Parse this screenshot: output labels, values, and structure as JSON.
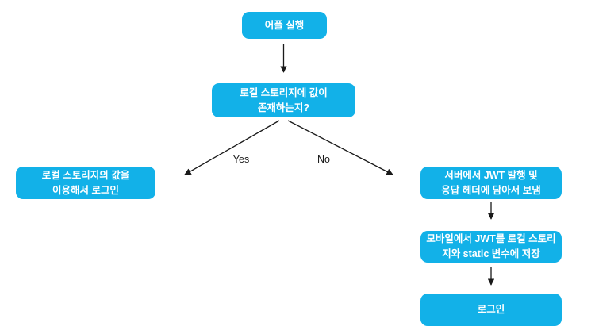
{
  "canvas": {
    "background_color": "#ffffff"
  },
  "flowchart": {
    "node_fill_color": "#12b1e8",
    "node_text_color": "#ffffff",
    "arrow_color": "#1a1a1a",
    "nodes": [
      {
        "id": "start",
        "label": "어플 실행"
      },
      {
        "id": "check",
        "label": "로컬 스토리지에 값이\n존재하는지?"
      },
      {
        "id": "login-local",
        "label": "로컬 스토리지의 값을\n이용해서 로그인"
      },
      {
        "id": "issue-jwt",
        "label": "서버에서 JWT 발행 및\n응답 헤더에 담아서 보냄"
      },
      {
        "id": "save-jwt",
        "label": "모바일에서 JWT를 로컬 스토리\n지와 static 변수에 저장"
      },
      {
        "id": "login",
        "label": "로그인"
      }
    ],
    "edges": [
      {
        "from": "start",
        "to": "check",
        "label": ""
      },
      {
        "from": "check",
        "to": "login-local",
        "label": "Yes"
      },
      {
        "from": "check",
        "to": "issue-jwt",
        "label": "No"
      },
      {
        "from": "issue-jwt",
        "to": "save-jwt",
        "label": ""
      },
      {
        "from": "save-jwt",
        "to": "login",
        "label": ""
      }
    ]
  }
}
